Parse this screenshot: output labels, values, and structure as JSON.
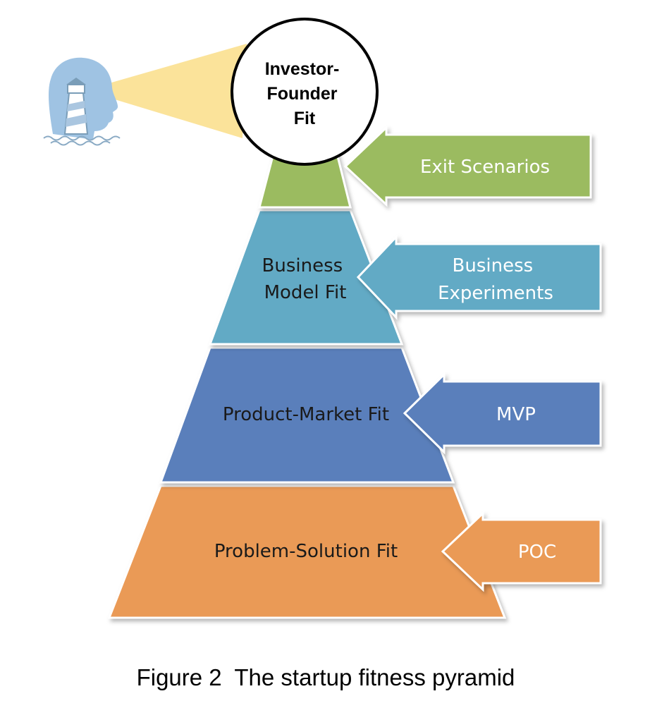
{
  "apex": {
    "lines": [
      "Investor-",
      "Founder",
      "Fit"
    ]
  },
  "tiers": [
    {
      "lines": [
        "Problem-Solution Fit"
      ],
      "color": "#ea9a56"
    },
    {
      "lines": [
        "Product-Market Fit"
      ],
      "color": "#5a7fbb"
    },
    {
      "lines": [
        "Business",
        "Model Fit"
      ],
      "color": "#62aac5"
    },
    {
      "lines": [],
      "color": "#9bbb61"
    }
  ],
  "arrows": [
    {
      "lines": [
        "POC"
      ],
      "color": "#ea9a56"
    },
    {
      "lines": [
        "MVP"
      ],
      "color": "#5a7fbb"
    },
    {
      "lines": [
        "Business",
        "Experiments"
      ],
      "color": "#62aac5"
    },
    {
      "lines": [
        "Exit Scenarios"
      ],
      "color": "#9bbb61"
    }
  ],
  "icons": {
    "lighthouse": "lighthouse-head-icon",
    "beam": "light-beam"
  },
  "caption": "Figure 2  The startup fitness pyramid"
}
